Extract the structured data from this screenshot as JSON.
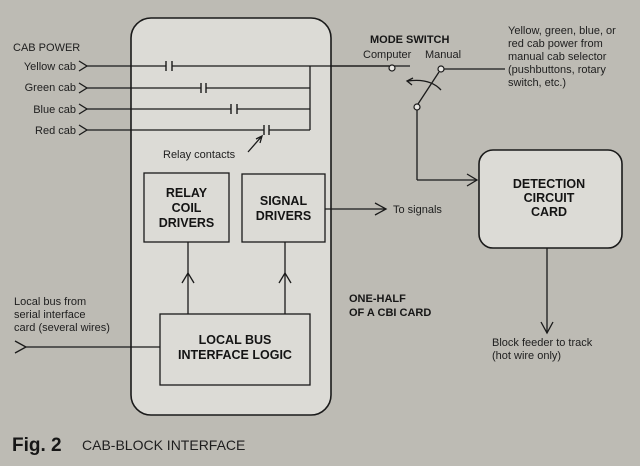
{
  "diagram": {
    "cab_power": {
      "heading": "CAB POWER",
      "cabs": [
        "Yellow cab",
        "Green cab",
        "Blue cab",
        "Red cab"
      ]
    },
    "relay_contacts_label": "Relay contacts",
    "mode_switch": {
      "title": "MODE SWITCH",
      "computer_label": "Computer",
      "manual_label": "Manual"
    },
    "manual_source_note": [
      "Yellow, green, blue, or",
      "red cab power from",
      "manual cab selector",
      "(pushbuttons, rotary",
      "switch, etc.)"
    ],
    "relay_coil_drivers": [
      "RELAY",
      "COIL",
      "DRIVERS"
    ],
    "signal_drivers": [
      "SIGNAL",
      "DRIVERS"
    ],
    "to_signals_label": "To signals",
    "detection_card": [
      "DETECTION",
      "CIRCUIT",
      "CARD"
    ],
    "cbi_card_label": [
      "ONE-HALF",
      "OF A CBI CARD"
    ],
    "local_bus_note": [
      "Local bus from",
      "serial interface",
      "card (several wires)"
    ],
    "local_bus_logic": [
      "LOCAL BUS",
      "INTERFACE LOGIC"
    ],
    "block_feeder_note": [
      "Block feeder to track",
      "(hot wire only)"
    ]
  },
  "caption": {
    "figure_number": "Fig. 2",
    "title": "CAB-BLOCK INTERFACE"
  },
  "colors": {
    "background": "#bdbbb4",
    "card_fill": "#dcdbd6",
    "ink": "#1a1a1a"
  }
}
